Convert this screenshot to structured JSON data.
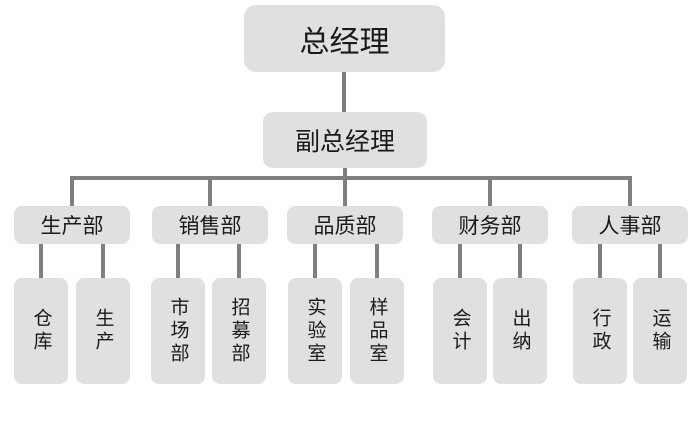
{
  "org_chart": {
    "root": {
      "label": "总经理"
    },
    "deputy": {
      "label": "副总经理"
    },
    "departments": [
      {
        "label": "生产部",
        "children": [
          {
            "label": "仓库"
          },
          {
            "label": "生产"
          }
        ]
      },
      {
        "label": "销售部",
        "children": [
          {
            "label": "市场部"
          },
          {
            "label": "招募部"
          }
        ]
      },
      {
        "label": "品质部",
        "children": [
          {
            "label": "实验室"
          },
          {
            "label": "样品室"
          }
        ]
      },
      {
        "label": "财务部",
        "children": [
          {
            "label": "会计"
          },
          {
            "label": "出纳"
          }
        ]
      },
      {
        "label": "人事部",
        "children": [
          {
            "label": "行政"
          },
          {
            "label": "运输"
          }
        ]
      }
    ]
  },
  "colors": {
    "node_fill": "#e0e0e0",
    "connector": "#7f7f7f",
    "text": "#1a1a1a",
    "background": "#ffffff"
  }
}
